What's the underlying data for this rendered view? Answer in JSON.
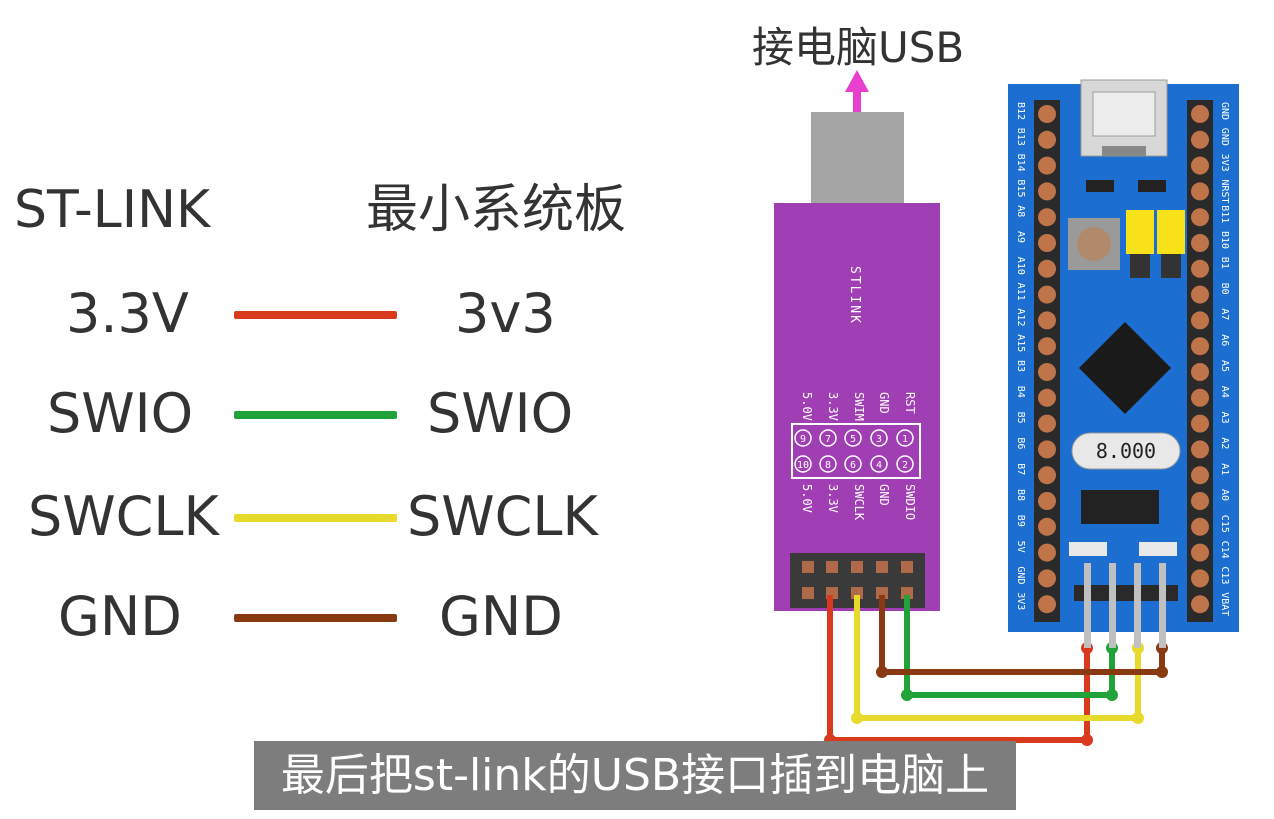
{
  "header": {
    "left": "ST-LINK",
    "right": "最小系统板"
  },
  "connections": [
    {
      "from": "3.3V",
      "to": "3v3",
      "color": "#d93a1e"
    },
    {
      "from": "SWIO",
      "to": "SWIO",
      "color": "#22a33a"
    },
    {
      "from": "SWCLK",
      "to": "SWCLK",
      "color": "#e8da2a"
    },
    {
      "from": "GND",
      "to": "GND",
      "color": "#8a3a12"
    }
  ],
  "usb_label": "接电脑USB",
  "subtitle": "最后把st-link的USB接口插到电脑上",
  "stlink": {
    "name": "STLINK",
    "pins_top": [
      "RST",
      "GND",
      "SWIM",
      "3.3V",
      "5.0V"
    ],
    "pins_bottom": [
      "SWDIO",
      "GND",
      "SWCLK",
      "3.3V",
      "5.0V"
    ],
    "pin_numbers_top": [
      "1",
      "3",
      "5",
      "7",
      "9"
    ],
    "pin_numbers_bottom": [
      "2",
      "4",
      "6",
      "8",
      "10"
    ],
    "body_color": "#a03fb4"
  },
  "board": {
    "left_pins": [
      "B12",
      "B13",
      "B14",
      "B15",
      "A8",
      "A9",
      "A10",
      "A11",
      "A12",
      "A15",
      "B3",
      "B4",
      "B5",
      "B6",
      "B7",
      "B8",
      "B9",
      "5V",
      "GND",
      "3V3"
    ],
    "right_pins": [
      "GND",
      "GND",
      "3V3",
      "NRST",
      "B11",
      "B10",
      "B1",
      "B0",
      "A7",
      "A6",
      "A5",
      "A4",
      "A3",
      "A2",
      "A1",
      "A0",
      "C15",
      "C14",
      "C13",
      "VBAT"
    ],
    "crystal": "8.000",
    "body_color": "#1c6fd0"
  },
  "colors": {
    "arrow": "#e83fcf",
    "subtitle_bg": "#7d7d7d"
  }
}
